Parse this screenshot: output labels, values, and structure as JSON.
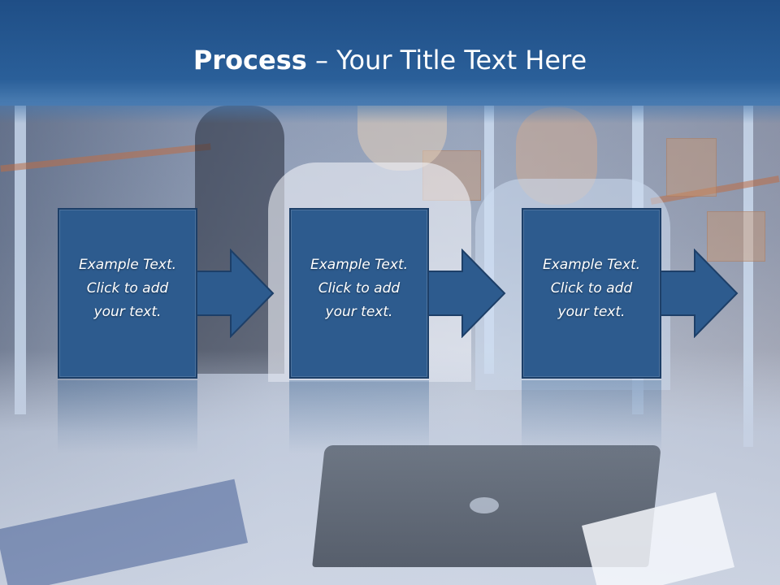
{
  "title": {
    "bold": "Process",
    "dash": " – ",
    "rest": "Your Title Text Here"
  },
  "steps": [
    {
      "line1": "Example Text.",
      "line2": "Click  to add",
      "line3": "your text."
    },
    {
      "line1": "Example Text.",
      "line2": "Click  to add",
      "line3": "your text."
    },
    {
      "line1": "Example Text.",
      "line2": "Click  to add",
      "line3": "your text."
    }
  ],
  "colors": {
    "header": "#2a5f99",
    "step_fill": "#2d5b8e",
    "step_border": "#1d3f68",
    "text": "#ffffff"
  }
}
